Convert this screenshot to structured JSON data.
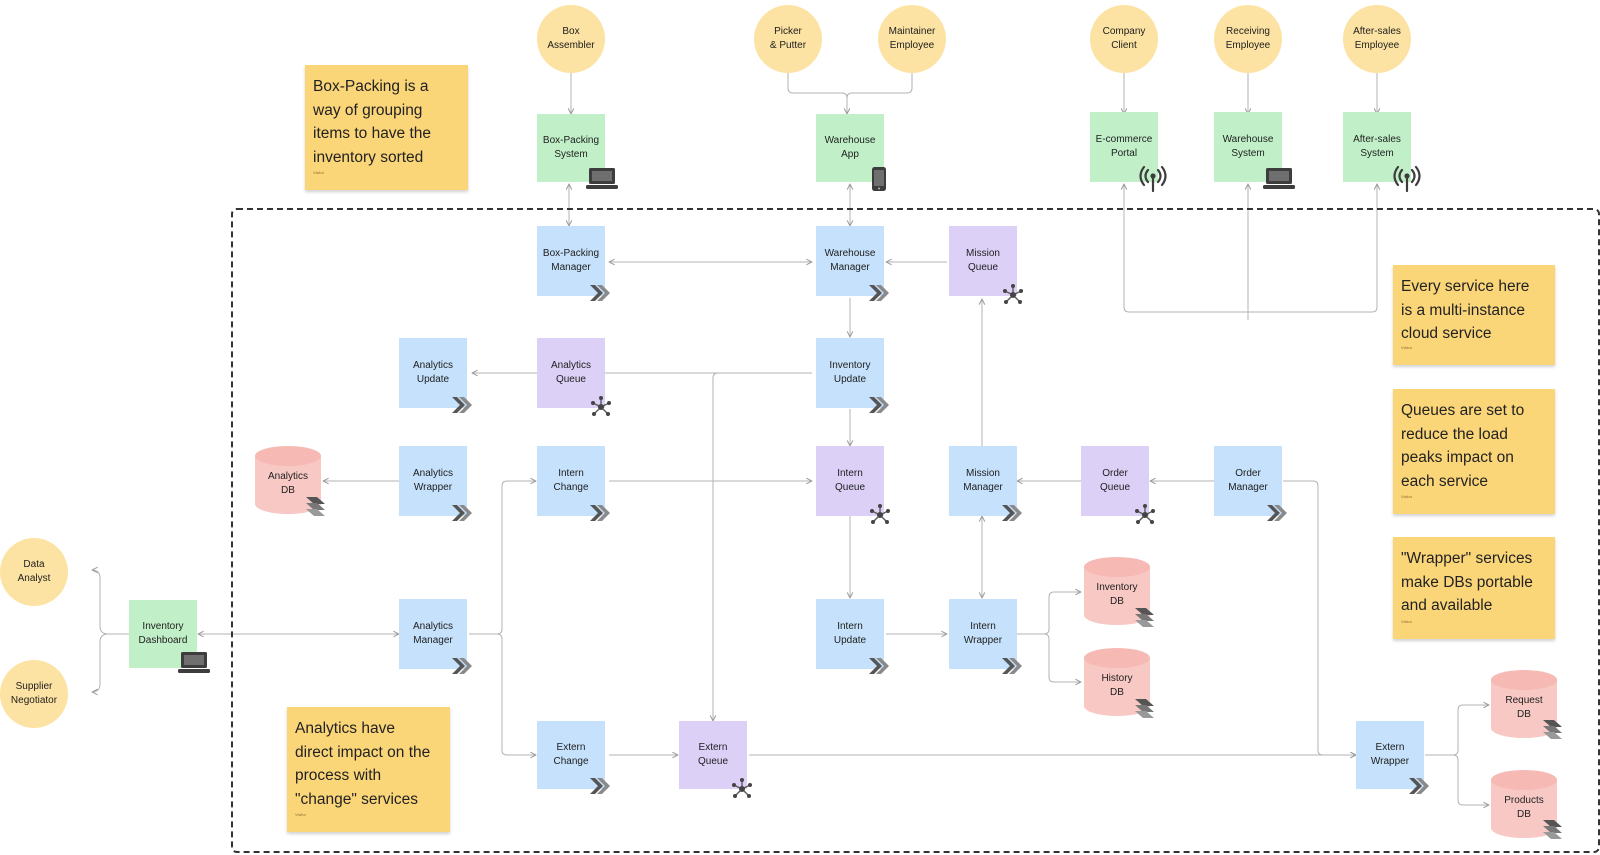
{
  "actors": {
    "box_assembler": "Box\nAssembler",
    "picker_putter": "Picker\n& Putter",
    "maintainer_employee": "Maintainer\nEmployee",
    "company_client": "Company\nClient",
    "receiving_employee": "Receiving\nEmployee",
    "aftersales_employee": "After-sales\nEmployee",
    "data_analyst": "Data\nAnalyst",
    "supplier_negotiator": "Supplier\nNegotiator"
  },
  "clients": {
    "box_packing_system": "Box-Packing\nSystem",
    "warehouse_app": "Warehouse\nApp",
    "ecommerce_portal": "E-commerce\nPortal",
    "warehouse_system": "Warehouse\nSystem",
    "aftersales_system": "After-sales\nSystem",
    "inventory_dashboard": "Inventory\nDashboard"
  },
  "services": {
    "box_packing_manager": "Box-Packing\nManager",
    "warehouse_manager": "Warehouse\nManager",
    "analytics_update": "Analytics\nUpdate",
    "inventory_update": "Inventory\nUpdate",
    "analytics_wrapper": "Analytics\nWrapper",
    "intern_change": "Intern\nChange",
    "mission_manager": "Mission\nManager",
    "order_manager": "Order\nManager",
    "analytics_manager": "Analytics\nManager",
    "intern_update": "Intern\nUpdate",
    "intern_wrapper": "Intern\nWrapper",
    "extern_change": "Extern\nChange",
    "extern_wrapper": "Extern\nWrapper"
  },
  "queues": {
    "mission_queue": "Mission\nQueue",
    "analytics_queue": "Analytics\nQueue",
    "intern_queue": "Intern\nQueue",
    "order_queue": "Order\nQueue",
    "extern_queue": "Extern\nQueue"
  },
  "databases": {
    "analytics_db": "Analytics\nDB",
    "inventory_db": "Inventory\nDB",
    "history_db": "History\nDB",
    "request_db": "Request\nDB",
    "products_db": "Products\nDB"
  },
  "notes": {
    "box_packing": {
      "text": "Box-Packing is a\nway of grouping\nitems to have the\ninventory sorted",
      "author": "Visitor"
    },
    "multi_instance": {
      "text": "Every service here\nis a multi-instance\ncloud service",
      "author": "Visitor"
    },
    "queues": {
      "text": "Queues are set to\nreduce the load\npeaks impact on\neach service",
      "author": "Visitor"
    },
    "wrapper": {
      "text": "\"Wrapper\" services\nmake DBs portable\nand available",
      "author": "Visitor"
    },
    "analytics": {
      "text": "Analytics have\ndirect impact on the\nprocess with\n\"change\" services",
      "author": "Visitor"
    }
  },
  "colors": {
    "actor": "#fde3a3",
    "client": "#c1f0c8",
    "service": "#c5e1fb",
    "queue": "#dcd0f7",
    "database": "#f8c9c4",
    "note": "#fbd679",
    "connector": "#b3b3b3"
  },
  "icons": {
    "laptop": "laptop-icon",
    "phone": "smartphone-icon",
    "antenna": "antenna-icon",
    "service": "double-chevron-icon",
    "queue": "hub-network-icon",
    "database": "db-stack-icon"
  }
}
